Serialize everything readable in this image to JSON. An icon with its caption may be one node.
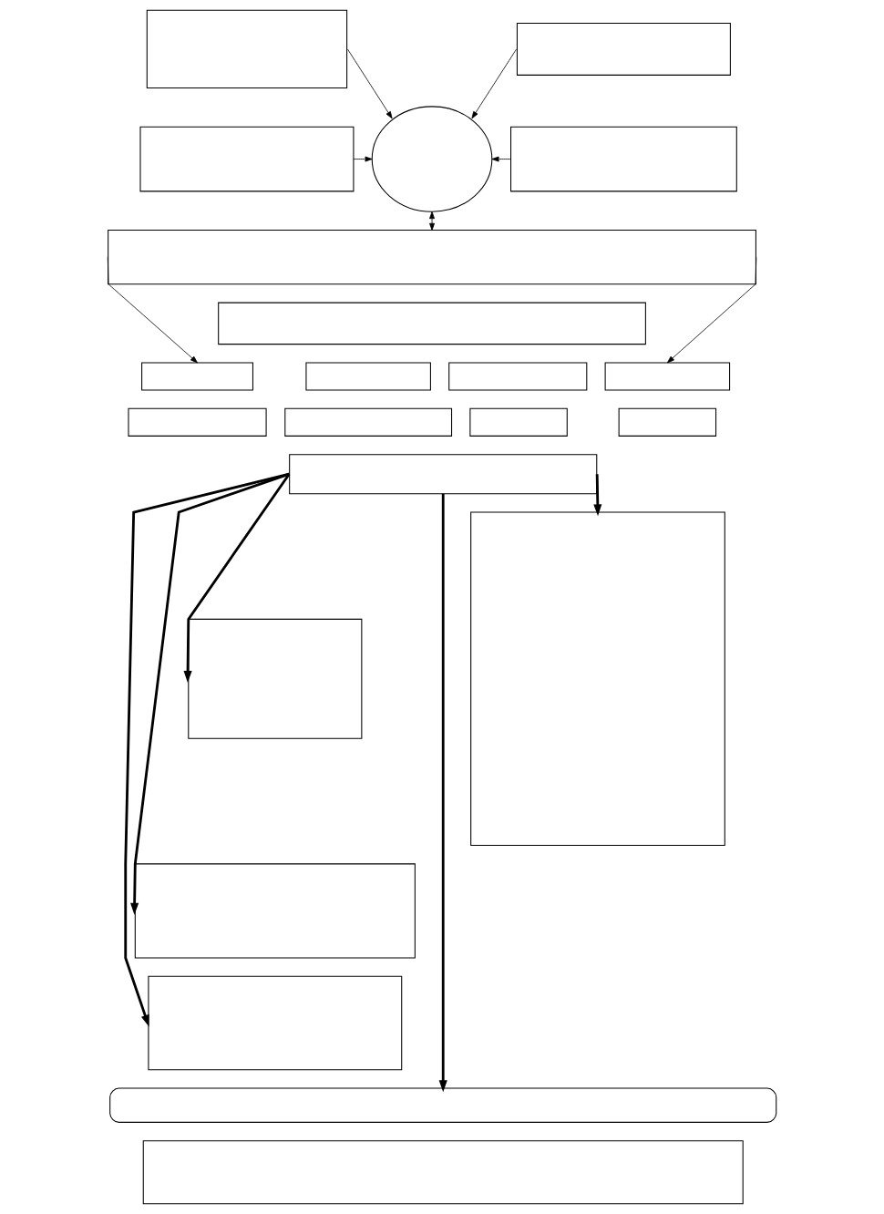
{
  "diagram": {
    "nodes": [
      {
        "text": [],
        "shape": "box"
      },
      {
        "text": [],
        "shape": "box"
      },
      {
        "text": [],
        "shape": "ellipse"
      },
      {
        "text": [],
        "shape": "box"
      },
      {
        "text": [],
        "shape": "box"
      },
      {
        "text": [],
        "shape": "box"
      },
      {
        "text": [],
        "shape": "box"
      },
      {
        "text": [],
        "shape": "box"
      },
      {
        "text": [],
        "shape": "box"
      },
      {
        "text": [],
        "shape": "box"
      },
      {
        "text": [],
        "shape": "box"
      },
      {
        "text": [],
        "shape": "box"
      },
      {
        "text": [],
        "shape": "box"
      },
      {
        "text": [],
        "shape": "box"
      },
      {
        "text": [],
        "shape": "box"
      },
      {
        "text": [],
        "shape": "box"
      },
      {
        "text": [],
        "shape": "box"
      },
      {
        "text": [],
        "shape": "box"
      },
      {
        "text": [],
        "shape": "box"
      },
      {
        "text": [],
        "shape": "box"
      },
      {
        "text": [],
        "shape": "ribbon"
      },
      {
        "text": [],
        "shape": "box"
      }
    ],
    "edges": [
      {
        "from": 0,
        "to": 2,
        "arrow": "to"
      },
      {
        "from": 1,
        "to": 2,
        "arrow": "to"
      },
      {
        "from": 3,
        "to": 2,
        "arrow": "to"
      },
      {
        "from": 4,
        "to": 2,
        "arrow": "to"
      },
      {
        "from": 2,
        "to": 5,
        "arrow": "both"
      },
      {
        "from": 5,
        "to": 7,
        "arrow": "to"
      },
      {
        "from": 5,
        "to": 10,
        "arrow": "to"
      },
      {
        "from": 15,
        "to": 16,
        "arrow": "to",
        "style": "thick"
      },
      {
        "from": 15,
        "to": 17,
        "arrow": "to",
        "style": "thick"
      },
      {
        "from": 15,
        "to": 18,
        "arrow": "to",
        "style": "thick"
      },
      {
        "from": 15,
        "to": 19,
        "arrow": "to",
        "style": "thick"
      },
      {
        "from": 15,
        "to": 20,
        "arrow": "to",
        "style": "thick"
      }
    ]
  }
}
